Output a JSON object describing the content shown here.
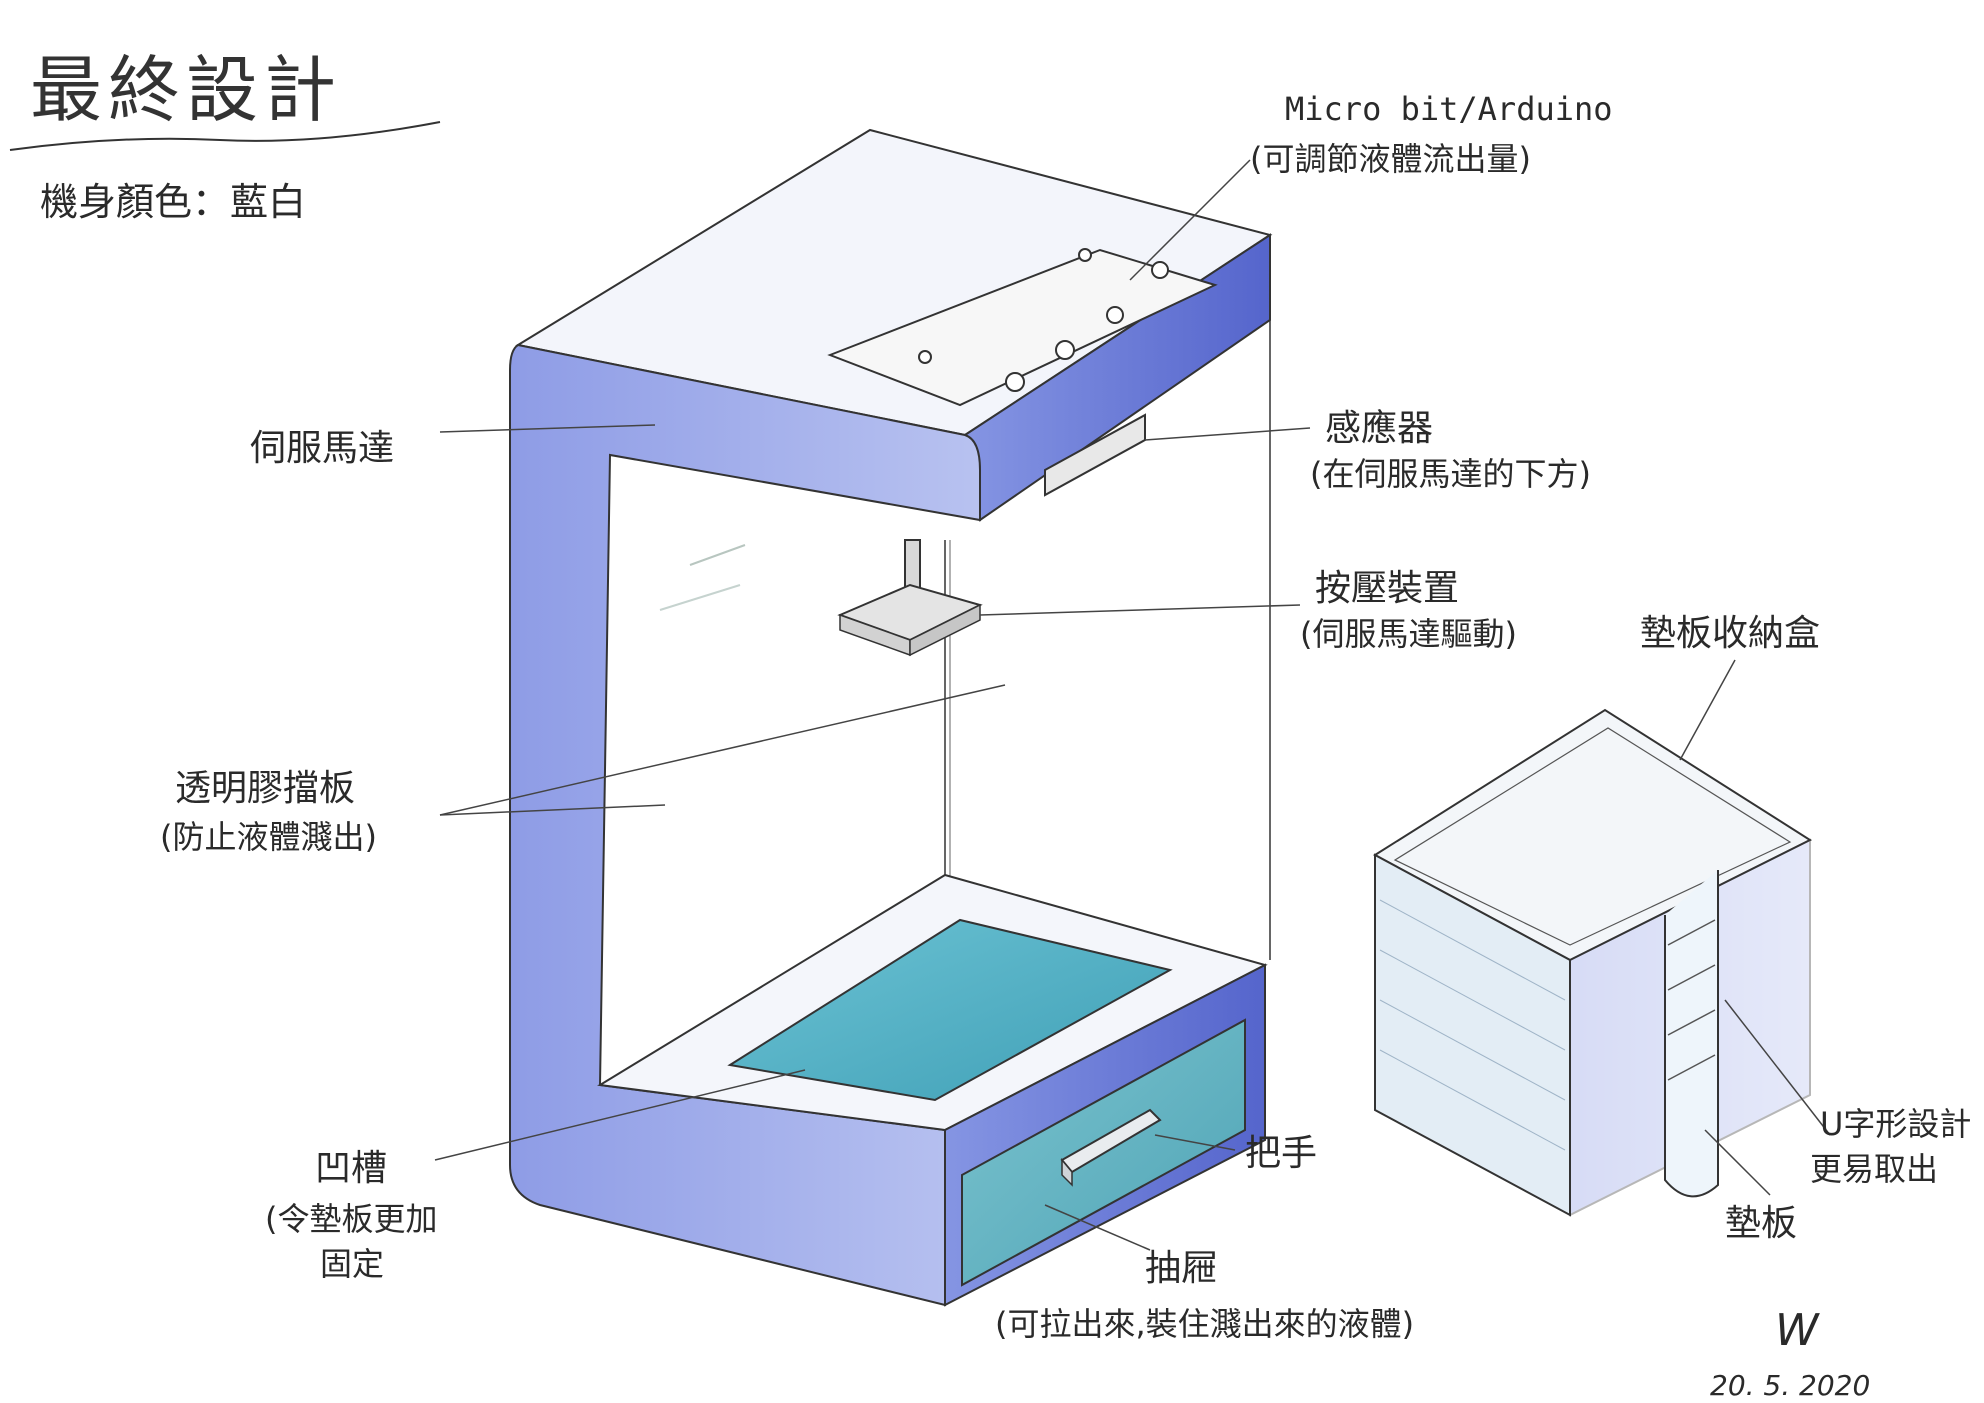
{
  "title": "最終設計",
  "body_color": "機身顏色：藍白",
  "labels": {
    "controller_line1": "Micro bit/Arduino",
    "controller_line2": "(可調節液體流出量)",
    "servo": "伺服馬達",
    "sensor_line1": "感應器",
    "sensor_line2": "(在伺服馬達的下方)",
    "press_line1": "按壓裝置",
    "press_line2": "(伺服馬達驅動)",
    "shield_line1": "透明膠擋板",
    "shield_line2": "(防止液體濺出)",
    "groove_line1": "凹槽",
    "groove_line2": "(令墊板更加",
    "groove_line3": "固定",
    "handle": "把手",
    "drawer_line1": "抽屜",
    "drawer_line2": "(可拉出來,裝住濺出來的液體)",
    "storage_box": "墊板收納盒",
    "u_design_line1": "U字形設計",
    "u_design_line2": "更易取出",
    "pad": "墊板"
  },
  "signature": "W",
  "date": "20. 5. 2020",
  "colors": {
    "body_blue": "#7f8fe0",
    "body_blue_dark": "#5f6fd0",
    "top_white": "#f4f6fb",
    "water": "#58b4c8",
    "drawer": "#5fb0bf",
    "box_blue": "#dbe9f3",
    "ink": "#2a2a2a"
  }
}
